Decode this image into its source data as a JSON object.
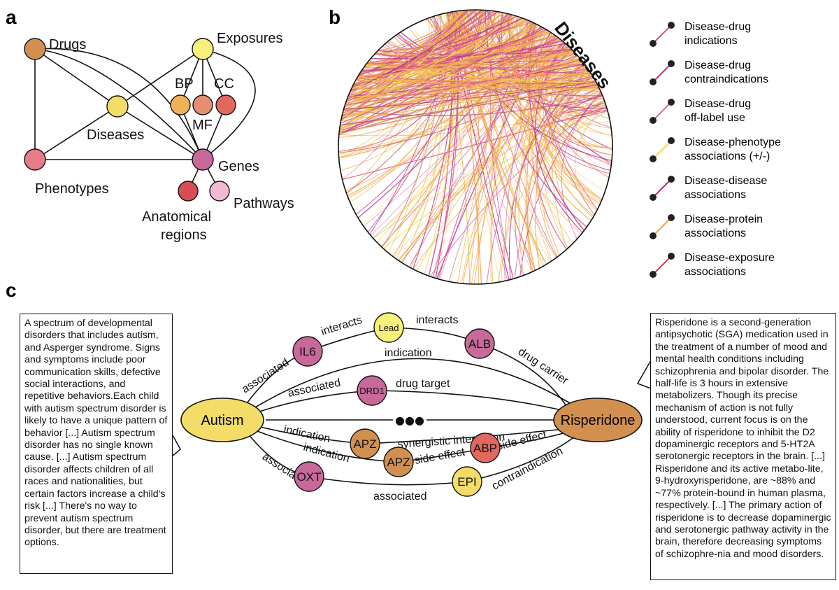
{
  "panels": {
    "a": "a",
    "b": "b",
    "c": "c"
  },
  "panel_a": {
    "nodes": {
      "drugs": "Drugs",
      "exposures": "Exposures",
      "bp": "BP",
      "cc": "CC",
      "mf": "MF",
      "diseases": "Diseases",
      "genes": "Genes",
      "phenotypes": "Phenotypes",
      "pathways": "Pathways",
      "anatomical_line1": "Anatomical",
      "anatomical_line2": "regions"
    },
    "colors": {
      "drugs": "#d29050",
      "exposures": "#f7f07a",
      "diseases": "#f3dc68",
      "bp": "#efb25a",
      "mf": "#e48f72",
      "cc": "#e0685e",
      "phenotypes": "#e77b86",
      "genes": "#c8699a",
      "anatomical": "#d84c55",
      "pathways": "#f1b9d4"
    }
  },
  "panel_b": {
    "title": "Diseases",
    "legend": [
      {
        "line1": "Disease-drug",
        "line2": "indications",
        "color": "#c75a7c"
      },
      {
        "line1": "Disease-drug",
        "line2": "contraindications",
        "color": "#b8338f"
      },
      {
        "line1": "Disease-drug",
        "line2": "off-label use",
        "color": "#d86cae"
      },
      {
        "line1": "Disease-phenotype",
        "line2": "associations (+/-)",
        "color": "#f2d548"
      },
      {
        "line1": "Disease-disease",
        "line2": "associations",
        "color": "#b82d86"
      },
      {
        "line1": "Disease-protein",
        "line2": "associations",
        "color": "#f1a148"
      },
      {
        "line1": "Disease-exposure",
        "line2": "associations",
        "color": "#d23a5a"
      }
    ]
  },
  "panel_c": {
    "autism": "Autism",
    "risperidone": "Risperidone",
    "nodes": {
      "lead": "Lead",
      "il6": "IL6",
      "alb": "ALB",
      "drd1": "DRD1",
      "apz1": "APZ",
      "apz2": "APZ",
      "abp": "ABP",
      "oxt": "OXT",
      "epi": "EPI",
      "ellipsis": "●●●"
    },
    "edges": {
      "interacts1": "interacts",
      "interacts2": "interacts",
      "associated_il6": "associated",
      "drug_carrier": "drug carrier",
      "indication_top": "indication",
      "associated_drd1": "associated",
      "drug_target": "drug target",
      "indication_apz1": "indication",
      "synergistic": "synergistic interaction",
      "indication_apz2": "indication",
      "side_effect1": "side effect",
      "side_effect2": "side effect",
      "associated_oxt": "associated",
      "associated_bottom": "associated",
      "contraindication": "contraindication"
    },
    "autism_text": "A spectrum of developmental disorders that includes autism, and Asperger syndrome. Signs and symptoms include poor communication skills, defective social interactions, and repetitive behaviors.Each child with autism spectrum disorder is likely to have a unique pattern of behavior [...] Autism spectrum disorder has no single known cause. [...] Autism spectrum disorder affects children of all races and nationalities, but certain factors increase a child's risk [...] There's no way to prevent autism spectrum disorder, but there are treatment options.",
    "risperidone_text": "Risperidone is a second-generation antipsychotic (SGA) medication used in the treatment of a number of mood and mental health conditions including schizophrenia and bipolar disorder. The half-life is 3 hours in extensive metabolizers. Though its precise mechanism of action is not fully understood, current focus is on the ability of risperidone to inhibit the D2 dopaminergic receptors and 5-HT2A serotonergic receptors in the brain. [...] Risperidone and its active metabo-lite, 9-hydroxyrisperidone, are ~88% and ~77% protein-bound in human plasma, respectively. [...] The primary action of risperidone is to decrease dopaminergic and serotonergic pathway activity in the brain, therefore decreasing symptoms of schizophre-nia and mood disorders."
  }
}
